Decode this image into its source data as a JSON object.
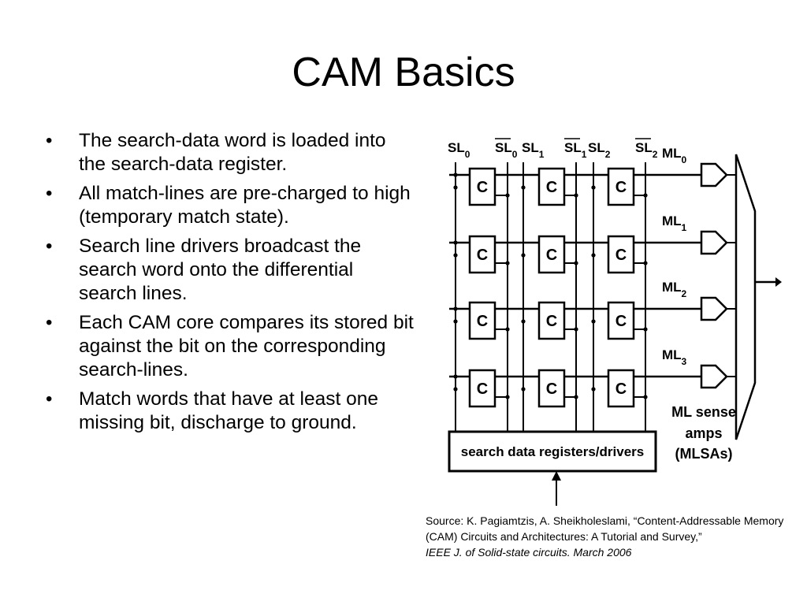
{
  "slide": {
    "title": "CAM Basics",
    "bullets": [
      "The search-data word is loaded into the search-data register.",
      "All match-lines are pre-charged to high (temporary match state).",
      "Search line drivers broadcast the search word onto the differential search lines.",
      "Each CAM core compares its stored bit against the bit on the corresponding search-lines.",
      "Match words that have at least one missing bit, discharge to ground."
    ]
  },
  "diagram": {
    "search_lines": [
      {
        "label": "SL",
        "sub": "0",
        "overbar": false
      },
      {
        "label": "SL",
        "sub": "0",
        "overbar": true
      },
      {
        "label": "SL",
        "sub": "1",
        "overbar": false
      },
      {
        "label": "SL",
        "sub": "1",
        "overbar": true
      },
      {
        "label": "SL",
        "sub": "2",
        "overbar": false
      },
      {
        "label": "SL",
        "sub": "2",
        "overbar": true
      }
    ],
    "match_lines": [
      {
        "label": "ML",
        "sub": "0"
      },
      {
        "label": "ML",
        "sub": "1"
      },
      {
        "label": "ML",
        "sub": "2"
      },
      {
        "label": "ML",
        "sub": "3"
      }
    ],
    "cell_label": "C",
    "register_label": "search data registers/drivers",
    "sense_amps_label": [
      "ML sense",
      "amps",
      "(MLSAs)"
    ]
  },
  "source": {
    "text": "Source: K. Pagiamtzis, A. Sheikholeslami, “Content-Addressable Memory (CAM) Circuits and Architectures: A Tutorial and Survey,”",
    "journal": "IEEE J. of Solid-state circuits. March 2006"
  }
}
